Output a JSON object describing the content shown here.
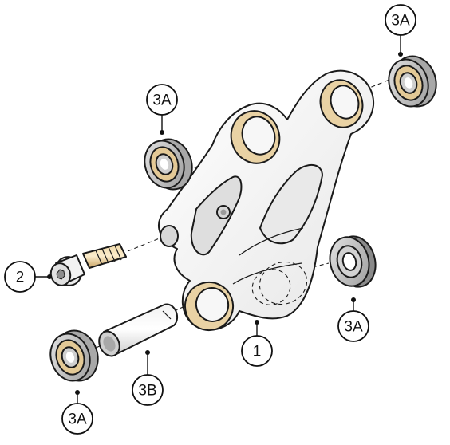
{
  "diagram": {
    "colors": {
      "part_fill": "#f4f4f4",
      "part_shade": "#dcdcdc",
      "bearing_ring": "#c9c9c9",
      "bearing_dark": "#8f8f8f",
      "bearing_tan": "#e3c996",
      "bolt_thread": "#d9b77a",
      "outline": "#1a1a1a"
    },
    "callouts": [
      {
        "id": "bearing-top-right",
        "label": "3A",
        "part": "bearing"
      },
      {
        "id": "bearing-top-left",
        "label": "3A",
        "part": "bearing"
      },
      {
        "id": "bolt",
        "label": "2",
        "part": "bolt"
      },
      {
        "id": "linkage",
        "label": "1",
        "part": "linkage"
      },
      {
        "id": "bearing-right",
        "label": "3A",
        "part": "bearing"
      },
      {
        "id": "sleeve",
        "label": "3B",
        "part": "sleeve"
      },
      {
        "id": "bearing-bottom-left",
        "label": "3A",
        "part": "bearing"
      }
    ]
  }
}
